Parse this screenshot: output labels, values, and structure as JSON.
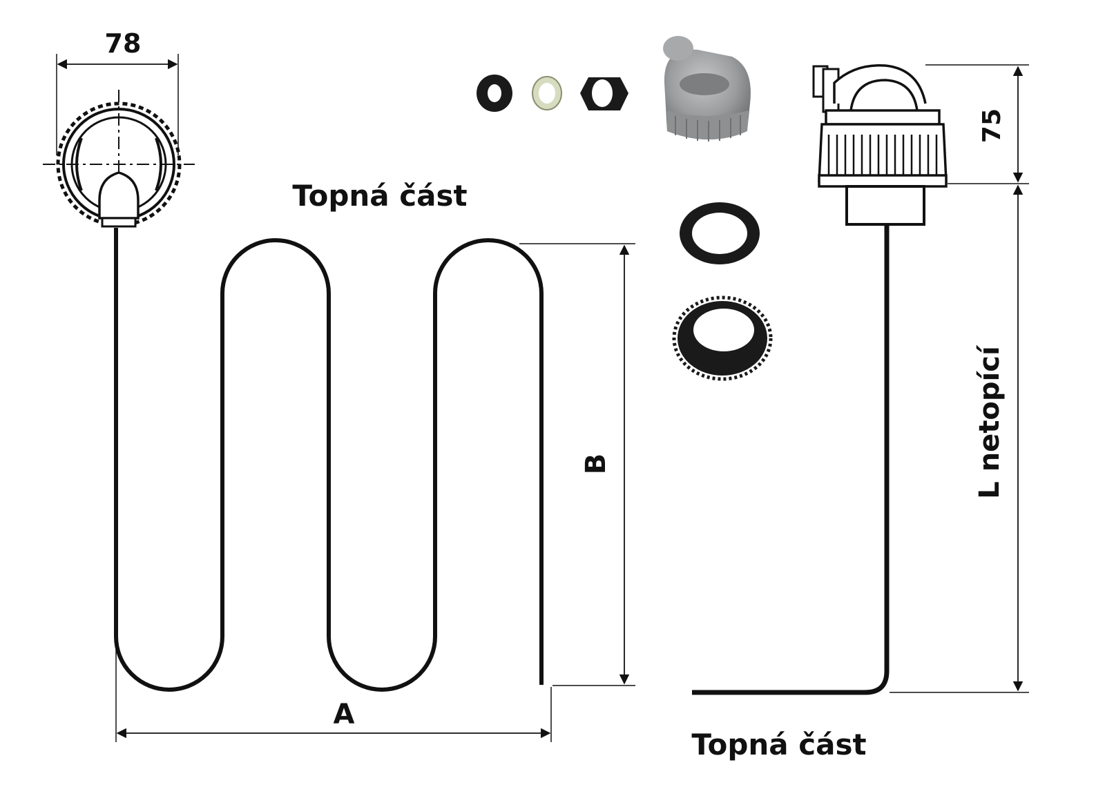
{
  "labels": {
    "dim_78": "78",
    "dim_75": "75",
    "dim_a": "A",
    "dim_b": "B",
    "dim_l": "L netopící",
    "heating_part_top": "Topná část",
    "heating_part_bottom": "Topná část"
  },
  "colors": {
    "line": "#111111",
    "rubber": "#1a1a1a",
    "cap_grey": "#9a9c9e",
    "cap_dark": "#6e7072",
    "washer_light": "#d6dcc0"
  }
}
